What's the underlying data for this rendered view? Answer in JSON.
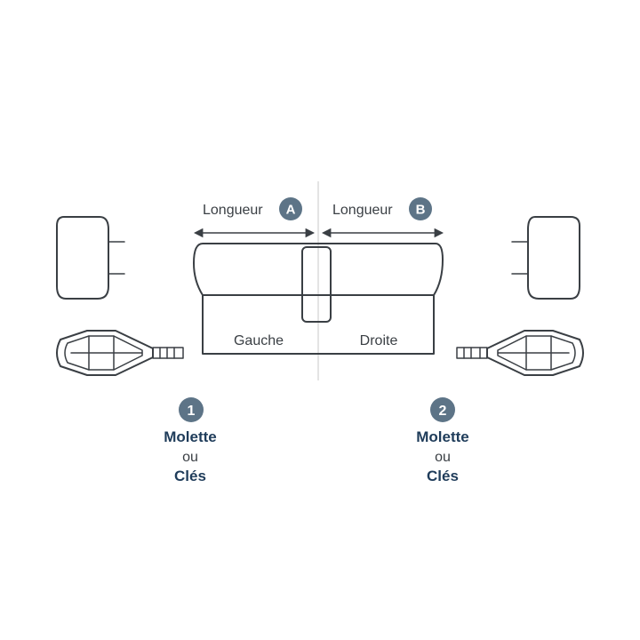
{
  "colors": {
    "line": "#3a3f44",
    "badge": "#5d7487",
    "option_text": "#1f3c5a",
    "center_line": "#c8c8c8"
  },
  "dimensions": {
    "left": {
      "label": "Longueur",
      "badge": "A"
    },
    "right": {
      "label": "Longueur",
      "badge": "B"
    }
  },
  "cylinder": {
    "left_label": "Gauche",
    "right_label": "Droite"
  },
  "options": [
    {
      "number": "1",
      "line1": "Molette",
      "line2": "ou",
      "line3": "Clés"
    },
    {
      "number": "2",
      "line1": "Molette",
      "line2": "ou",
      "line3": "Clés"
    }
  ],
  "icons": {
    "thumbturn": "thumbturn-icon",
    "key": "key-icon",
    "arrow": "double-arrow-icon"
  }
}
